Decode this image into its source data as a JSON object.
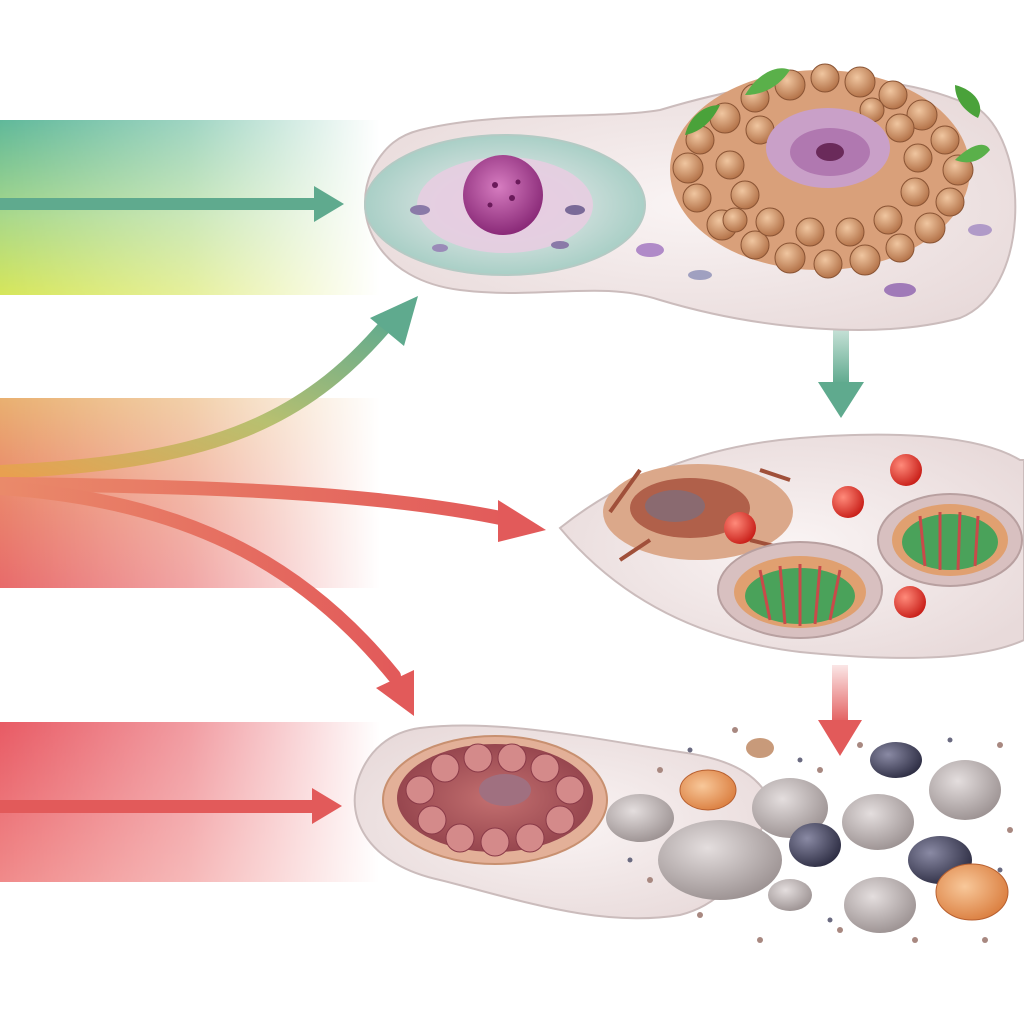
{
  "colors": {
    "background": "#ffffff",
    "band_top": "#5fb89a",
    "band_top_lower": "#d6e65a",
    "band_middle": "#e8a070",
    "band_bottom": "#e86a6a",
    "arrow_green": "#5faa8e",
    "arrow_red": "#e25a5a",
    "cell_membrane": "#f4ecec",
    "nucleus_purple": "#b24a9a",
    "granule_brown": "#c98a5c",
    "organelle_green": "#4aa25a",
    "red_dot": "#e0322a"
  },
  "stages": [
    {
      "id": "cell-top",
      "icon": "round-cell-with-granule-mass-icon"
    },
    {
      "id": "cell-middle",
      "icon": "lens-cell-with-organelles-icon"
    },
    {
      "id": "cell-bottom",
      "icon": "cell-releasing-debris-icon"
    }
  ]
}
